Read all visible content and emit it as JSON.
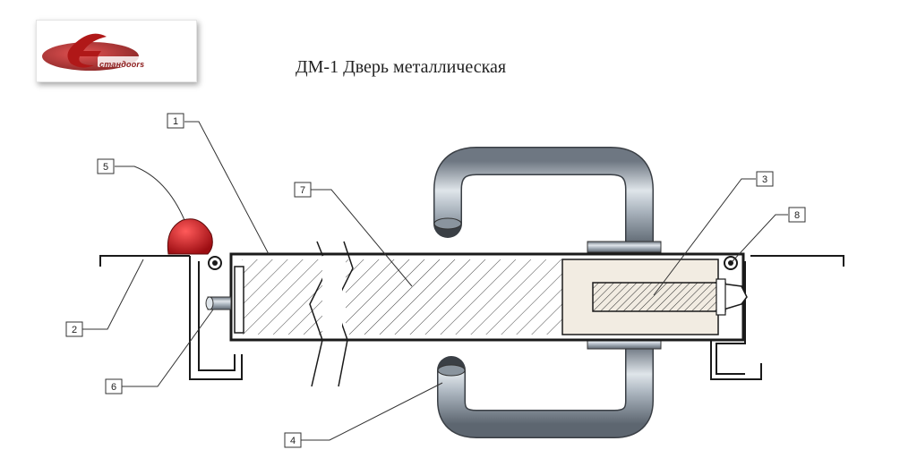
{
  "logo": {
    "brand_text": "стандоors"
  },
  "title": "ДМ-1 Дверь металлическая",
  "callouts": [
    "1",
    "2",
    "3",
    "4",
    "5",
    "6",
    "7",
    "8"
  ],
  "colors": {
    "outline": "#1a1a1a",
    "handle": "#a9b3bd",
    "handle_dark": "#6e7782",
    "lock_body": "#f2ece2",
    "seal": "#c8161d",
    "hatch": "#444444"
  }
}
